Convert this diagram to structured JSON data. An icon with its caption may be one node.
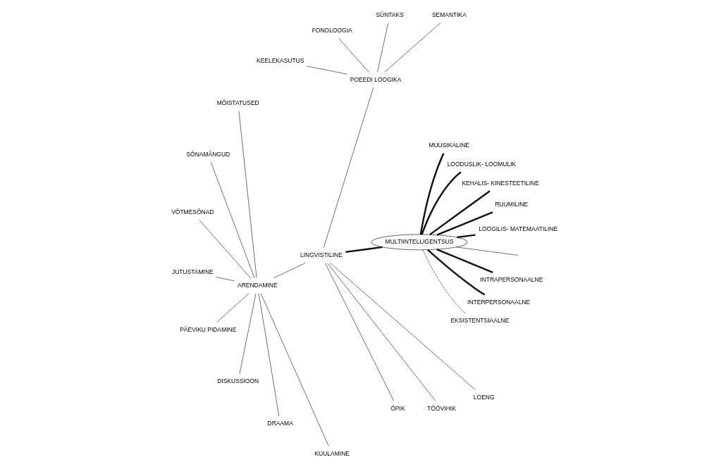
{
  "diagram": {
    "nodes": [
      {
        "text": [
          "MULTIINTELLIGENTSUS"
        ]
      },
      {
        "text": [
          "LOOGILIS- MATEMAATILINE"
        ]
      },
      {
        "text": [
          "RUUMILINE"
        ]
      },
      {
        "text": [
          "KEHALIS- KINESTEETILINE"
        ]
      },
      {
        "text": [
          "LOODUSLIK- LOOMULIK"
        ]
      },
      {
        "text": [
          "MUUSIKALINE"
        ]
      },
      {
        "text": [
          "LINGVISTILINE"
        ]
      },
      {
        "text": [
          "EKSISTENTSIAALNE"
        ]
      },
      {
        "text": [
          "INTERPERSONAALNE"
        ]
      },
      {
        "text": [
          "INTRAPERSONAALNE"
        ]
      },
      {
        "text": [
          "SEMANTIKA"
        ]
      },
      {
        "text": [
          "SÜNTAKS"
        ]
      },
      {
        "text": [
          "FONOLOOGIA"
        ]
      },
      {
        "text": [
          "KEELEKASUTUS"
        ]
      },
      {
        "text": [
          "POEEDI LOOGIKA"
        ]
      },
      {
        "text": [
          "ARENDAMINE"
        ]
      },
      {
        "text": [
          "ÕPIK"
        ]
      },
      {
        "text": [
          "TÖÖVIHIK"
        ]
      },
      {
        "text": [
          "LOENG"
        ]
      },
      {
        "text": [
          "MÕISTATUSED"
        ]
      },
      {
        "text": [
          "SÕNAMÄNGUD"
        ]
      },
      {
        "text": [
          "VÕTMESÕNAD"
        ]
      },
      {
        "text": [
          "JUTUSTAMINE"
        ]
      },
      {
        "text": [
          "PÄEVIKU PIDAMINE"
        ]
      },
      {
        "text": [
          "DISKUSSIOON"
        ]
      },
      {
        "text": [
          "DRAAMA"
        ]
      },
      {
        "text": [
          "KUULAMINE"
        ]
      }
    ],
    "edges": [
      {
        "from": 0,
        "to": 1,
        "arrow": "none",
        "style": "thick"
      },
      {
        "from": 0,
        "to": 2,
        "arrow": "none",
        "style": "thick"
      },
      {
        "from": 0,
        "to": null,
        "arrow": "none"
      },
      {
        "from": 0,
        "to": 3,
        "arrow": "none",
        "style": "thick"
      },
      {
        "from": 0,
        "to": 4,
        "arrow": "none",
        "style": "thick"
      },
      {
        "from": 0,
        "to": 5,
        "arrow": "none",
        "style": "thick"
      },
      {
        "from": 0,
        "to": 6,
        "arrow": "none",
        "style": "thick"
      },
      {
        "from": 0,
        "to": 7,
        "arrow": "none",
        "style": "dashed"
      },
      {
        "from": 0,
        "to": 8,
        "arrow": "none",
        "style": "thick"
      },
      {
        "from": 0,
        "to": 9,
        "arrow": "none",
        "style": "thick"
      },
      {
        "from": 6,
        "to": 14,
        "arrow": "none"
      },
      {
        "from": 14,
        "to": 10,
        "arrow": "none"
      },
      {
        "from": 14,
        "to": 11,
        "arrow": "none"
      },
      {
        "from": 14,
        "to": 12,
        "arrow": "none"
      },
      {
        "from": 14,
        "to": 13,
        "arrow": "none"
      },
      {
        "from": 6,
        "to": 15,
        "arrow": "none"
      },
      {
        "from": 6,
        "to": 16,
        "arrow": "none"
      },
      {
        "from": 6,
        "to": 17,
        "arrow": "none"
      },
      {
        "from": 6,
        "to": 18,
        "arrow": "none"
      },
      {
        "from": 15,
        "to": 19,
        "arrow": "none"
      },
      {
        "from": 15,
        "to": 20,
        "arrow": "none"
      },
      {
        "from": 15,
        "to": 21,
        "arrow": "none"
      },
      {
        "from": 15,
        "to": 22,
        "arrow": "none"
      },
      {
        "from": 15,
        "to": 23,
        "arrow": "none"
      },
      {
        "from": 15,
        "to": 24,
        "arrow": "none"
      },
      {
        "from": 15,
        "to": 25,
        "arrow": "none"
      },
      {
        "from": 15,
        "to": 26,
        "arrow": "none"
      }
    ]
  }
}
